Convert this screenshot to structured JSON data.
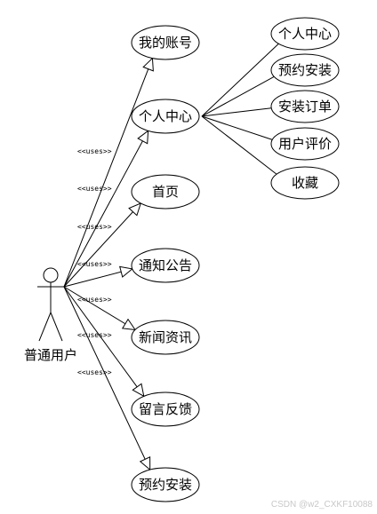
{
  "diagram": {
    "type": "uml-use-case",
    "colors": {
      "line": "#000000",
      "fill": "#ffffff",
      "watermark": "#c8c8c8"
    },
    "actor": {
      "label": "普通用户"
    },
    "stereotype": "<<uses>>",
    "left_use_cases": [
      {
        "id": "account",
        "label": "我的账号"
      },
      {
        "id": "center",
        "label": "个人中心"
      },
      {
        "id": "home",
        "label": "首页"
      },
      {
        "id": "notice",
        "label": "通知公告"
      },
      {
        "id": "news",
        "label": "新闻资讯"
      },
      {
        "id": "feedback",
        "label": "留言反馈"
      },
      {
        "id": "booking",
        "label": "预约安装"
      }
    ],
    "center_sub_use_cases": [
      {
        "id": "sub-center",
        "label": "个人中心"
      },
      {
        "id": "sub-booking",
        "label": "预约安装"
      },
      {
        "id": "sub-orders",
        "label": "安装订单"
      },
      {
        "id": "sub-review",
        "label": "用户评价"
      },
      {
        "id": "sub-favorites",
        "label": "收藏"
      }
    ],
    "watermark": "CSDN @w2_CXKF10088"
  }
}
